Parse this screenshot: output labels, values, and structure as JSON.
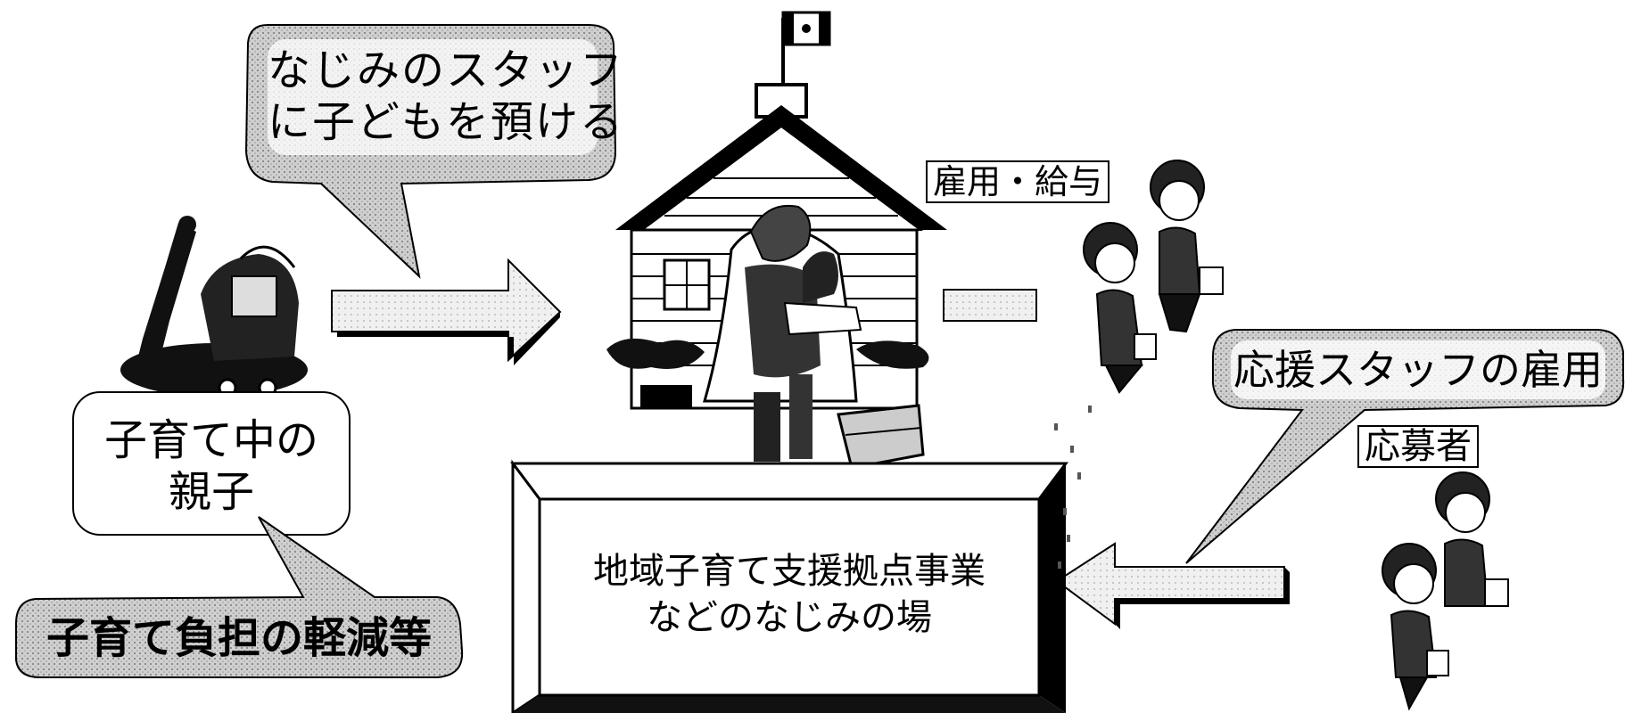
{
  "bubble_staff": {
    "line1": "なじみのスタッフ",
    "line2": "に子どもを預ける"
  },
  "parents_box": {
    "line1": "子育て中の",
    "line2": "親子"
  },
  "burden_bubble": {
    "text": "子育て負担の軽減等"
  },
  "employment_label": {
    "text": "雇用・給与"
  },
  "hire_bubble": {
    "text": "応援スタッフの雇用"
  },
  "applicant_label": {
    "text": "応募者"
  },
  "center_box": {
    "line1": "地域子育て支援拠点事業",
    "line2": "などのなじみの場"
  },
  "colors": {
    "ink": "#000000",
    "paper": "#ffffff",
    "shade": "#8a8a8a",
    "light_shade": "#d6d6d6"
  },
  "icons": [
    "house-icon",
    "flag-icon",
    "stroller-parent-icon",
    "staff-woman-icon"
  ]
}
